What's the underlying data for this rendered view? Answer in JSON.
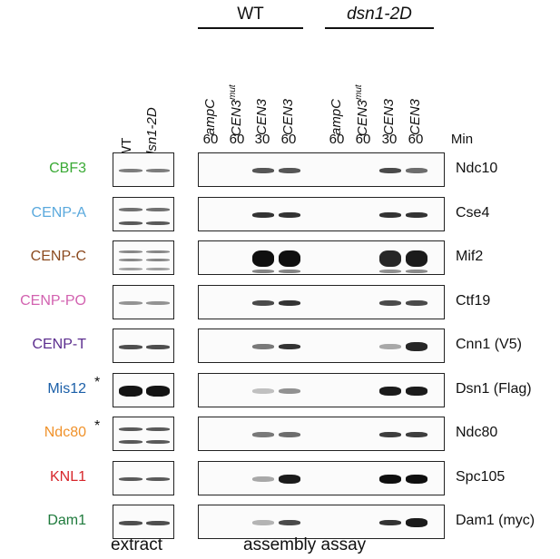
{
  "groups": {
    "wt": "WT",
    "mutant": "dsn1-2D"
  },
  "extract_headers": [
    "WT",
    "dsn1-2D"
  ],
  "assay_lanes": [
    {
      "name": "ampC",
      "sup": ""
    },
    {
      "name": "CEN3",
      "sup": "mut"
    },
    {
      "name": "CEN3",
      "sup": ""
    },
    {
      "name": "CEN3",
      "sup": ""
    },
    {
      "name": "ampC",
      "sup": ""
    },
    {
      "name": "CEN3",
      "sup": "mut"
    },
    {
      "name": "CEN3",
      "sup": ""
    },
    {
      "name": "CEN3",
      "sup": ""
    }
  ],
  "minutes": [
    "60",
    "60",
    "30",
    "60",
    "60",
    "60",
    "30",
    "60"
  ],
  "minutes_label": "Min",
  "rows": [
    {
      "label": "CBF3",
      "color": "#3aaa35",
      "protein": "Ndc10",
      "star": ""
    },
    {
      "label": "CENP-A",
      "color": "#5aa9dd",
      "protein": "Cse4",
      "star": ""
    },
    {
      "label": "CENP-C",
      "color": "#8b4a1f",
      "protein": "Mif2",
      "star": ""
    },
    {
      "label": "CENP-PO",
      "color": "#d262b0",
      "protein": "Ctf19",
      "star": ""
    },
    {
      "label": "CENP-T",
      "color": "#5b2d8e",
      "protein": "Cnn1 (V5)",
      "star": ""
    },
    {
      "label": "Mis12",
      "color": "#1b5fa8",
      "protein": "Dsn1 (Flag)",
      "star": "*"
    },
    {
      "label": "Ndc80",
      "color": "#f0922b",
      "protein": "Ndc80",
      "star": "*"
    },
    {
      "label": "KNL1",
      "color": "#d7262b",
      "protein": "Spc105",
      "star": ""
    },
    {
      "label": "Dam1",
      "color": "#1e7a3c",
      "protein": "Dam1 (myc)",
      "star": ""
    }
  ],
  "footer": {
    "extract": "extract",
    "assay": "assembly assay"
  }
}
